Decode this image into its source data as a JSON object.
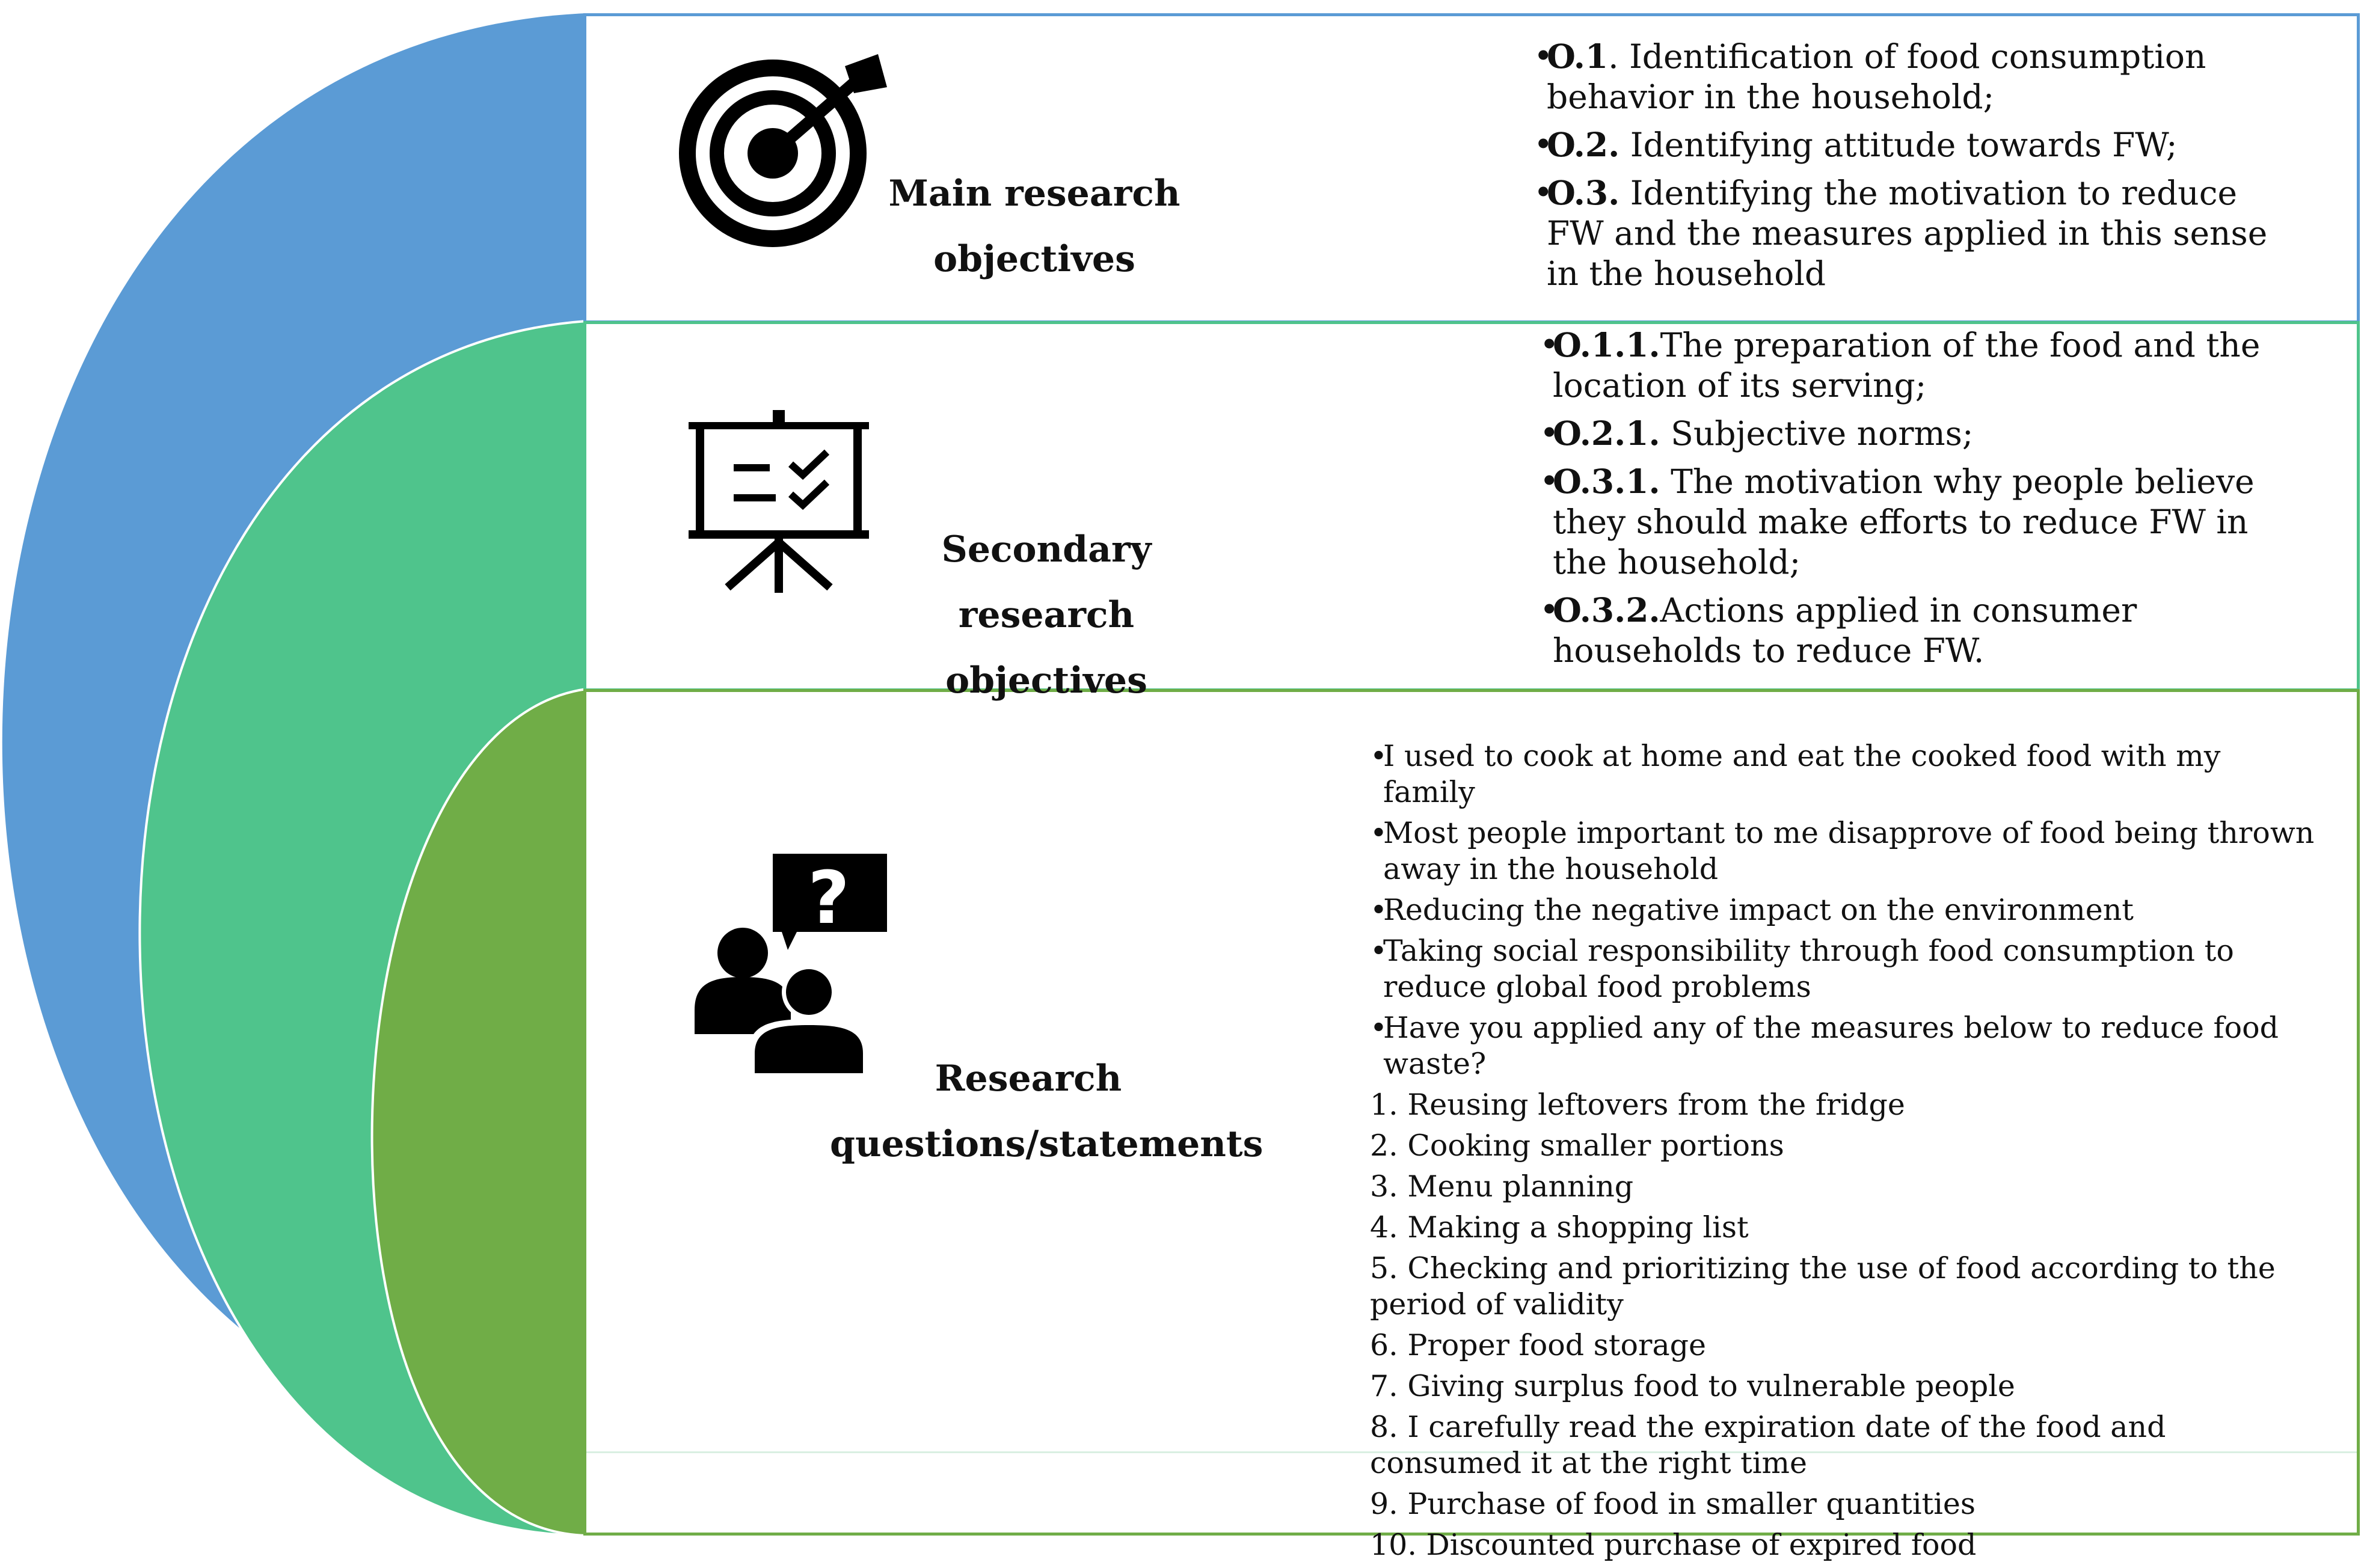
{
  "colors": {
    "blue": "#5b9bd5",
    "teal": "#4fc48c",
    "green": "#70ad47"
  },
  "panels": [
    {
      "icon": "target-icon",
      "label_lines": [
        "Main research",
        "objectives"
      ],
      "items": [
        {
          "code": "O.1",
          "text": ". Identification of food consumption behavior in the household;"
        },
        {
          "code": "O.2.",
          "text": " Identifying attitude towards FW;"
        },
        {
          "code": "O.3.",
          "text": " Identifying the motivation to reduce FW and the measures applied in this sense in the household"
        }
      ]
    },
    {
      "icon": "presentation-board-icon",
      "label_lines": [
        "Secondary research",
        "objectives"
      ],
      "items": [
        {
          "code": "O.1.1.",
          "text": "The preparation of the food and the location of its serving;"
        },
        {
          "code": "O.2.1.",
          "text": " Subjective norms;"
        },
        {
          "code": "O.3.1.",
          "text": " The motivation why people believe they should make efforts to reduce FW in the household;"
        },
        {
          "code": "O.3.2.",
          "text": "Actions applied in consumer households to reduce FW."
        }
      ]
    },
    {
      "icon": "people-question-icon",
      "label_lines": [
        "Research",
        "questions/statements"
      ],
      "statements": [
        "I used to cook at home and eat the cooked food with my family",
        "Most people important to me disapprove of food being thrown away in the household",
        "Reducing the negative impact on the environment",
        "Taking social responsibility through food consumption to reduce global food problems",
        "Have you applied any of the measures below to reduce food waste?"
      ],
      "measures": [
        {
          "num": "1.",
          "text": " Reusing leftovers from the fridge"
        },
        {
          "num": "2.",
          "text": " Cooking smaller portions"
        },
        {
          "num": "3.",
          "text": " Menu planning"
        },
        {
          "num": "4.",
          "text": " Making a shopping list"
        },
        {
          "num": "5.",
          "text": " Checking and prioritizing the use of food according to the period of validity"
        },
        {
          "num": "6.",
          "text": " Proper food storage"
        },
        {
          "num": "7.",
          "text": " Giving surplus food to vulnerable people"
        },
        {
          "num": "8.",
          "text": " I carefully read the expiration date of the food and consumed it at the right time"
        },
        {
          "num": "9.",
          "text": " Purchase of food in smaller quantities"
        },
        {
          "num": "10.",
          "text": " Discounted purchase of expired food"
        }
      ]
    }
  ]
}
